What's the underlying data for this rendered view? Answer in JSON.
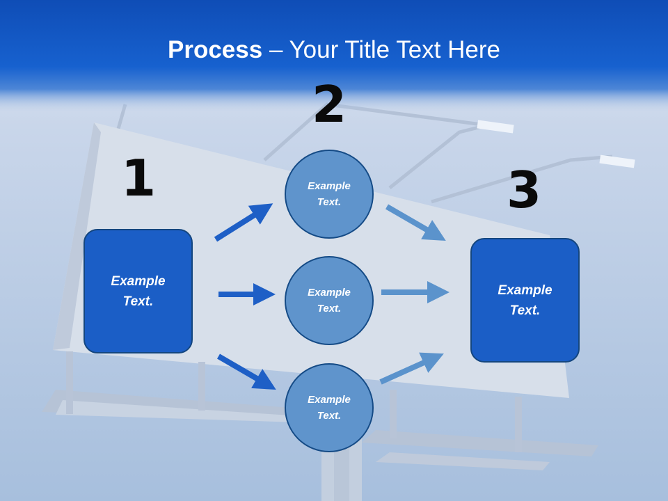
{
  "title": {
    "bold": "Process",
    "rest": " – Your Title Text Here"
  },
  "numbers": [
    "1",
    "2",
    "3"
  ],
  "left_box": {
    "line1": "Example",
    "line2": "Text."
  },
  "right_box": {
    "line1": "Example",
    "line2": "Text."
  },
  "circles": [
    {
      "line1": "Example",
      "line2": "Text."
    },
    {
      "line1": "Example",
      "line2": "Text."
    },
    {
      "line1": "Example",
      "line2": "Text."
    }
  ],
  "colors": {
    "header": "#1256c4",
    "box": "#1b5ec6",
    "circle": "#5f94cc",
    "arrow_dark": "#1e5fc6",
    "arrow_light": "#5b93cc"
  }
}
